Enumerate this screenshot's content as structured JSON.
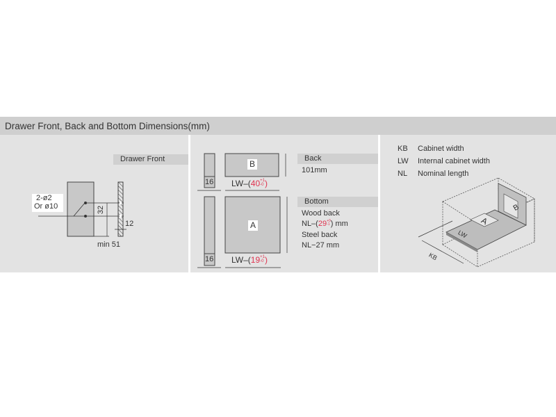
{
  "title": "Drawer Front, Back and Bottom Dimensions(mm)",
  "drawer_front": {
    "label": "Drawer Front",
    "hole_note_1": "2-ø2",
    "hole_note_2": "Or ø10",
    "dim_32": "32",
    "dim_12": "12",
    "dim_min": "min 51"
  },
  "back": {
    "label": "Back",
    "height": "101mm",
    "part_letter": "B",
    "thickness": "16",
    "width_prefix": "LW–(",
    "width_value": "40",
    "width_tol_plus": "+1",
    "width_tol_minus": "-0",
    "width_suffix": ")"
  },
  "bottom": {
    "label": "Bottom",
    "wood_back": "Wood back",
    "wood_prefix": "NL–(",
    "wood_value": "29",
    "wood_tol_plus": "+0",
    "wood_tol_minus": "-1",
    "wood_suffix": ") mm",
    "steel_back": "Steel back",
    "steel_value": "NL−27  mm",
    "part_letter": "A",
    "thickness": "16",
    "width_prefix": "LW–(",
    "width_value": "19",
    "width_tol_plus": "+1",
    "width_tol_minus": "-0",
    "width_suffix": ")"
  },
  "legend": [
    {
      "abbr": "KB",
      "desc": "Cabinet width"
    },
    {
      "abbr": "LW",
      "desc": "Internal cabinet width"
    },
    {
      "abbr": "NL",
      "desc": "Nominal length"
    }
  ],
  "iso": {
    "kb": "KB",
    "lw": "LW",
    "a": "A",
    "b": "B"
  },
  "colors": {
    "accent_red": "#e0334f",
    "panel_bg": "#e3e3e3",
    "title_bg": "#cfcfcf"
  }
}
